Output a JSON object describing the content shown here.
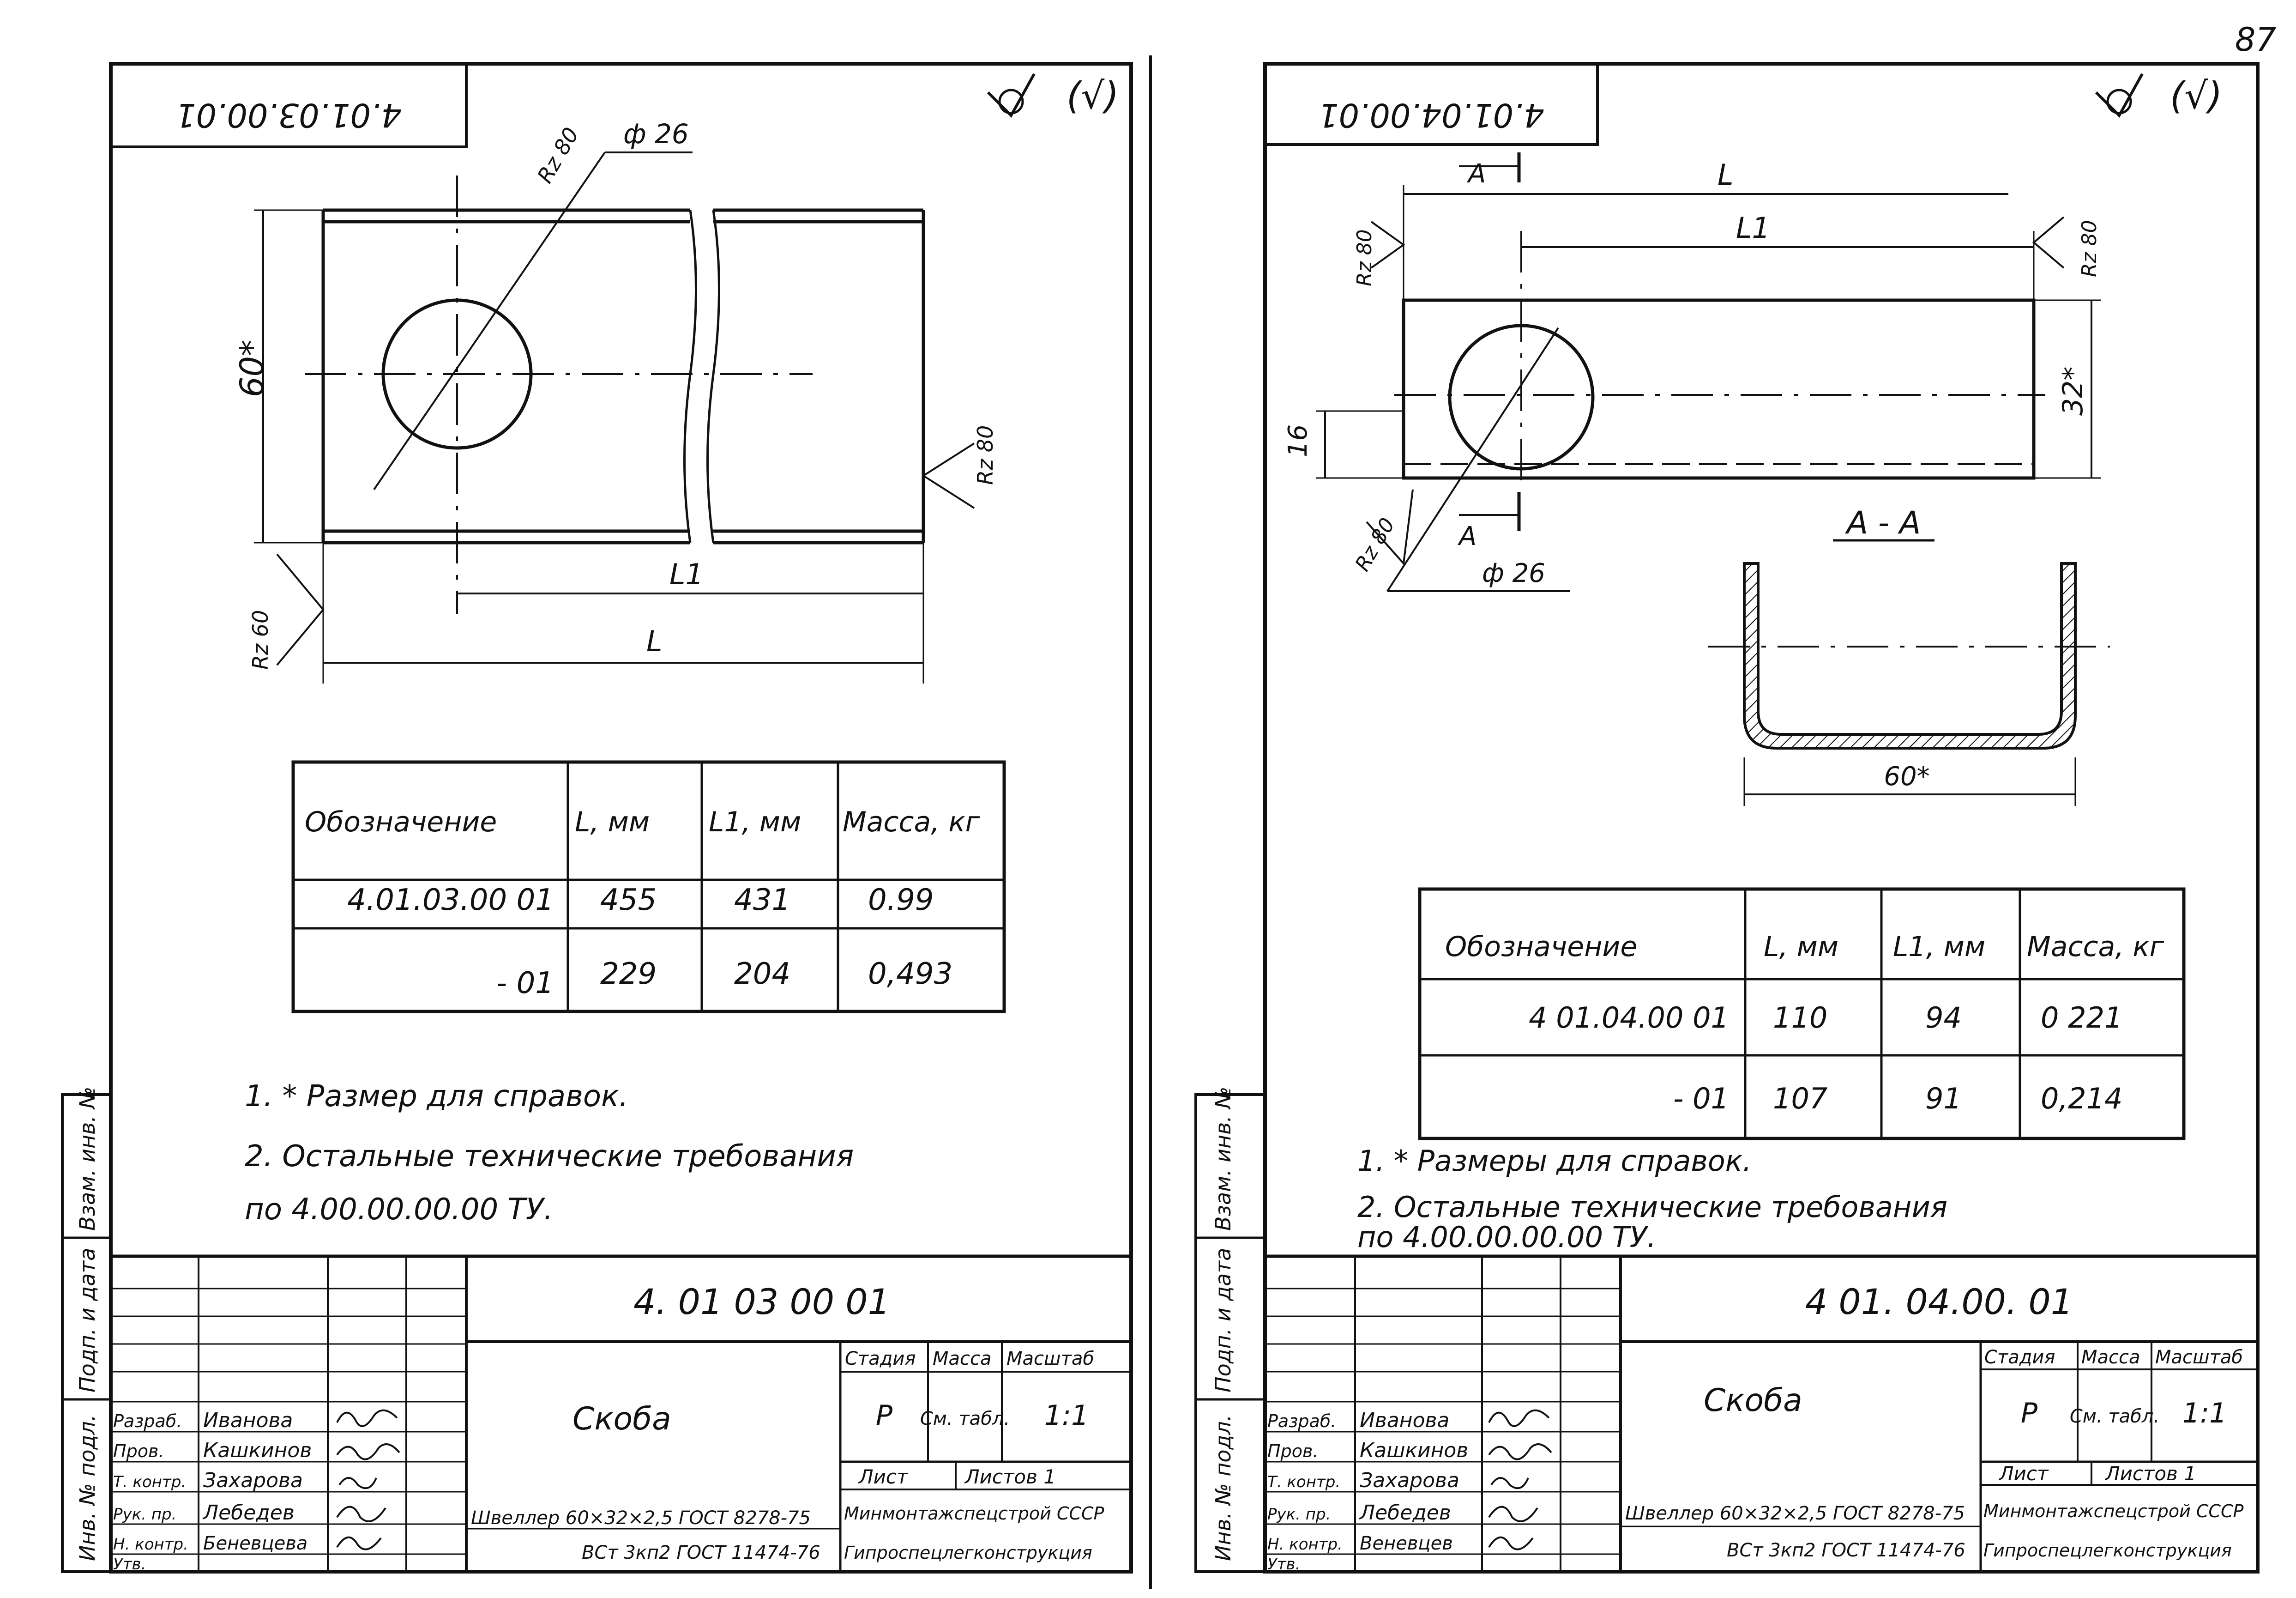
{
  "page_number": "87",
  "sheets": [
    {
      "id": "left",
      "stamp_code": "4.01.03.00.01",
      "roughness_mark": "(√)",
      "drawing": {
        "dim_height": "60*",
        "dim_hole": "ф 26",
        "roughness_hole": "Rz 80",
        "roughness_right": "Rz 80",
        "roughness_left": "Rz 60",
        "dim_l1": "L1",
        "dim_l": "L"
      },
      "table": {
        "headers": [
          "Обозначение",
          "L, мм",
          "L1, мм",
          "Масса, кг"
        ],
        "rows": [
          [
            "4.01.03.00 01",
            "455",
            "431",
            "0.99"
          ],
          [
            "- 01",
            "229",
            "204",
            "0,493"
          ]
        ]
      },
      "notes": [
        "1. * Размер для справок.",
        "2. Остальные технические требования",
        "по 4.00.00.00.00 ТУ."
      ],
      "title_block": {
        "doc_code": "4. 01 03 00 01",
        "name": "Скоба",
        "stage_header": "Стадия",
        "mass_header": "Масса",
        "scale_header": "Масштаб",
        "stage": "Р",
        "mass": "См. табл.",
        "scale": "1:1",
        "sheet": "Лист",
        "sheets": "Листов 1",
        "material_line1": "Швеллер 60×32×2,5 ГОСТ 8278-75",
        "material_line2": "ВСт 3кп2 ГОСТ 11474-76",
        "org1": "Минмонтажспецстрой СССР",
        "org2": "Гипроспецлегконструкция",
        "roles": [
          "Разраб.",
          "Пров.",
          "Т. контр.",
          "Рук. пр.",
          "Н. контр.",
          "Утв."
        ],
        "names": [
          "Иванова",
          "Кашкинов",
          "Захарова",
          "Лебедев",
          "Беневцева",
          ""
        ],
        "side_labels": [
          "Инв. № подл.",
          "Подп. и дата",
          "Взам. инв. №"
        ]
      }
    },
    {
      "id": "right",
      "stamp_code": "4.01.04.00.01",
      "roughness_mark": "(√)",
      "drawing": {
        "dim_l": "L",
        "dim_l1": "L1",
        "dim_height": "32*",
        "dim_16": "16",
        "dim_hole": "ф 26",
        "roughness_top_left": "Rz 80",
        "roughness_top_right": "Rz 80",
        "roughness_bottom": "Rz 80",
        "section_a": "А",
        "section_title": "А - А",
        "dim_width": "60*"
      },
      "table": {
        "headers": [
          "Обозначение",
          "L, мм",
          "L1, мм",
          "Масса, кг"
        ],
        "rows": [
          [
            "4 01.04.00 01",
            "110",
            "94",
            "0 221"
          ],
          [
            "- 01",
            "107",
            "91",
            "0,214"
          ]
        ]
      },
      "notes": [
        "1. * Размеры для справок.",
        "2. Остальные технические требования",
        "по 4.00.00.00.00 ТУ."
      ],
      "title_block": {
        "doc_code": "4 01. 04.00. 01",
        "name": "Скоба",
        "stage_header": "Стадия",
        "mass_header": "Масса",
        "scale_header": "Масштаб",
        "stage": "Р",
        "mass": "См. табл.",
        "scale": "1:1",
        "sheet": "Лист",
        "sheets": "Листов 1",
        "material_line1": "Швеллер 60×32×2,5 ГОСТ 8278-75",
        "material_line2": "ВСт 3кп2 ГОСТ 11474-76",
        "org1": "Минмонтажспецстрой СССР",
        "org2": "Гипроспецлегконструкция",
        "roles": [
          "Разраб.",
          "Пров.",
          "Т. контр.",
          "Рук. пр.",
          "Н. контр.",
          "Утв."
        ],
        "names": [
          "Иванова",
          "Кашкинов",
          "Захарова",
          "Лебедев",
          "Веневцев",
          ""
        ],
        "side_labels": [
          "Инв. № подл.",
          "Подп. и дата",
          "Взам. инв. №"
        ]
      }
    }
  ]
}
